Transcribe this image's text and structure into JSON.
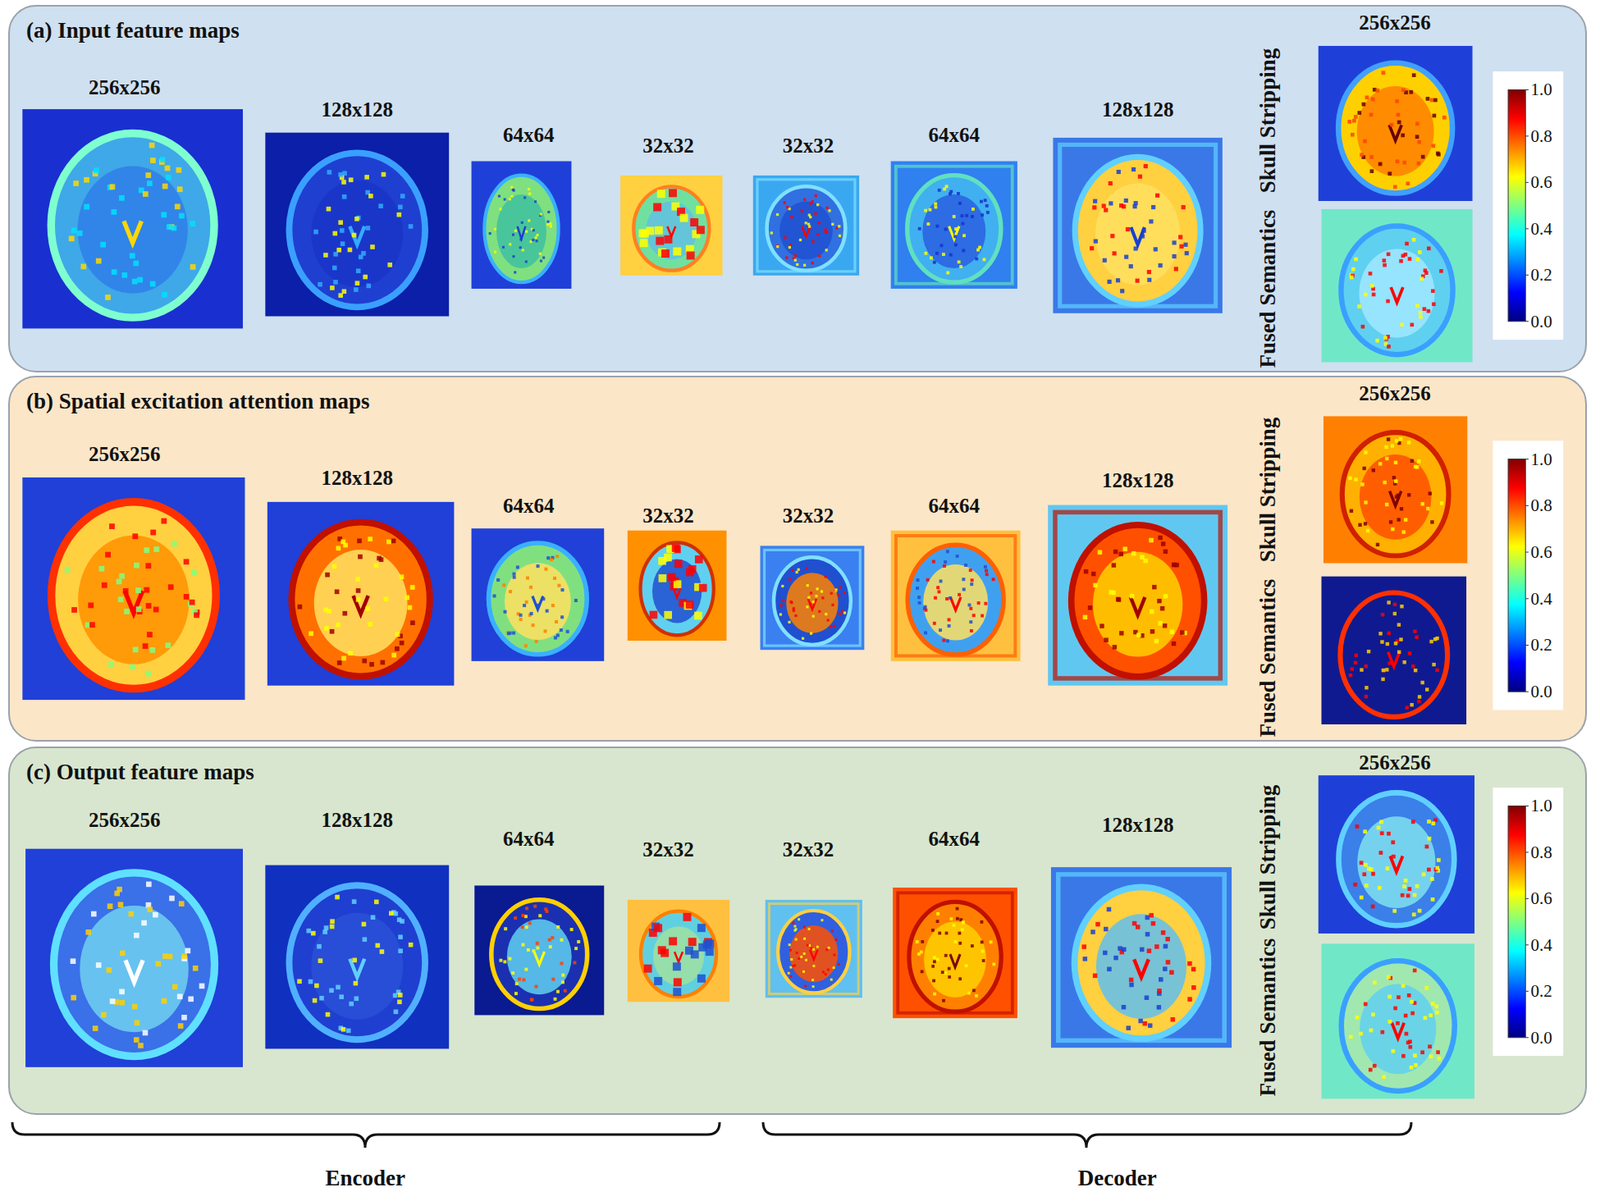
{
  "diagram": {
    "nodes": [
      {
        "text": [
          "(a) Input feature maps"
        ]
      },
      {
        "text": [
          "(b) Spatial excitation attention maps"
        ]
      },
      {
        "text": [
          "(c) Output feature maps"
        ]
      }
    ],
    "labels": [
      "256x256",
      "128x128",
      "64x64",
      "32x32",
      "32x32",
      "64x64",
      "128x128",
      "256x256",
      "Skull Stripping",
      "Fused Semantics",
      "1.0",
      "0.8",
      "0.6",
      "0.4",
      "0.2",
      "0.0",
      "256x256",
      "128x128",
      "64x64",
      "32x32",
      "32x32",
      "64x64",
      "128x128",
      "256x256",
      "Skull Stripping",
      "Fused Semantics",
      "1.0",
      "0.8",
      "0.6",
      "0.4",
      "0.2",
      "0.0",
      "256x256",
      "128x128",
      "64x64",
      "32x32",
      "32x32",
      "64x64",
      "128x128",
      "256x256",
      "Skull Stripping",
      "Fused Semantics",
      "1.0",
      "0.8",
      "0.6",
      "0.4",
      "0.2",
      "0.0",
      "Encoder",
      "Decoder"
    ]
  }
}
